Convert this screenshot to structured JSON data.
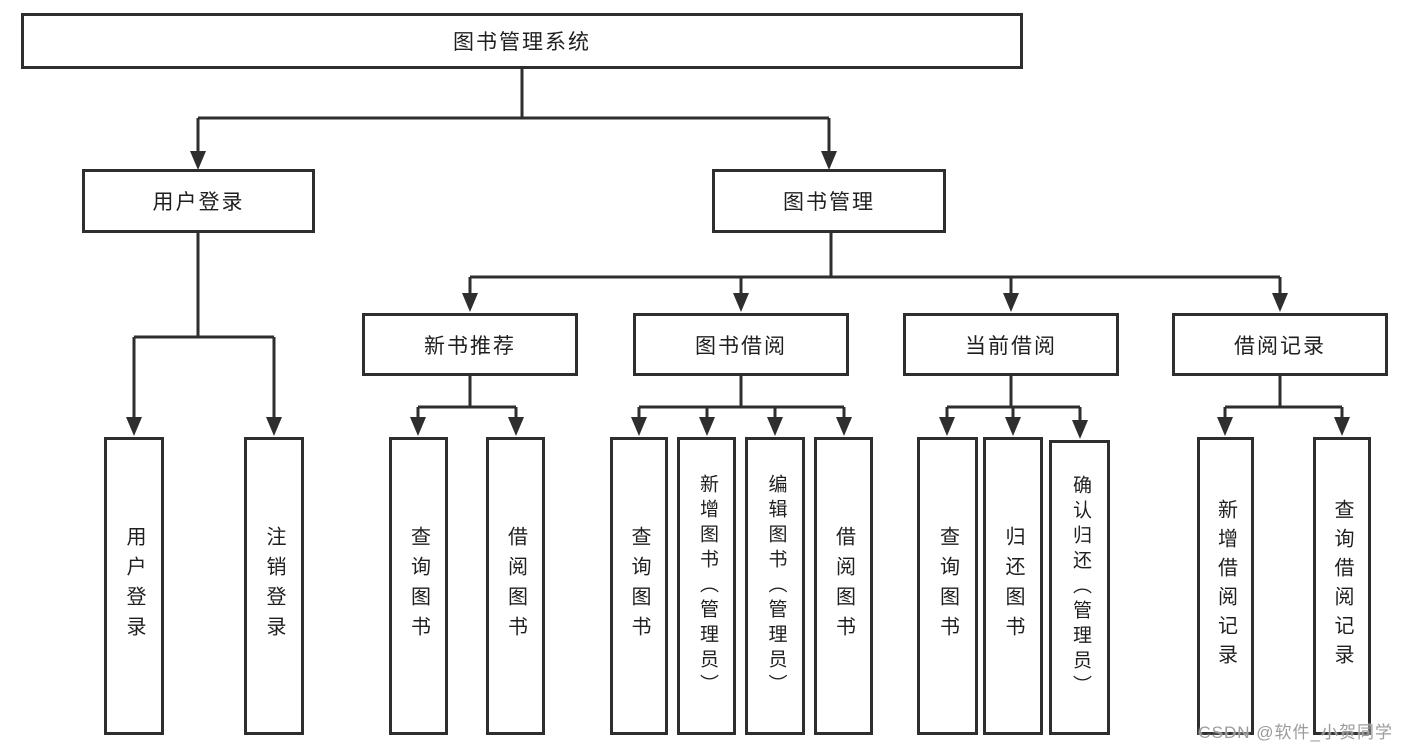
{
  "diagram": {
    "type": "tree",
    "title": "图书管理系统",
    "colors": {
      "line": "#2e2e2e",
      "box_border": "#2e2e2e",
      "box_fill": "#ffffff",
      "text": "#1f1f1f",
      "watermark": "#9c9c9c"
    },
    "nodes": [
      {
        "id": "root",
        "label": "图书管理系统",
        "parent": null
      },
      {
        "id": "user-login",
        "label": "用户登录",
        "parent": "root"
      },
      {
        "id": "book-management",
        "label": "图书管理",
        "parent": "root"
      },
      {
        "id": "new-book-recommend",
        "label": "新书推荐",
        "parent": "book-management"
      },
      {
        "id": "book-borrow",
        "label": "图书借阅",
        "parent": "book-management"
      },
      {
        "id": "current-borrow",
        "label": "当前借阅",
        "parent": "book-management"
      },
      {
        "id": "borrow-records",
        "label": "借阅记录",
        "parent": "book-management"
      },
      {
        "id": "leaf-user-login",
        "label": "用户登录",
        "parent": "user-login"
      },
      {
        "id": "leaf-logout",
        "label": "注销登录",
        "parent": "user-login"
      },
      {
        "id": "leaf-query-books-1",
        "label": "查询图书",
        "parent": "new-book-recommend"
      },
      {
        "id": "leaf-borrow-books-1",
        "label": "借阅图书",
        "parent": "new-book-recommend"
      },
      {
        "id": "leaf-query-books-2",
        "label": "查询图书",
        "parent": "book-borrow"
      },
      {
        "id": "leaf-add-book-admin",
        "label": "新增图书（管理员）",
        "parent": "book-borrow"
      },
      {
        "id": "leaf-edit-book-admin",
        "label": "编辑图书（管理员）",
        "parent": "book-borrow"
      },
      {
        "id": "leaf-borrow-books-2",
        "label": "借阅图书",
        "parent": "book-borrow"
      },
      {
        "id": "leaf-query-books-3",
        "label": "查询图书",
        "parent": "current-borrow"
      },
      {
        "id": "leaf-return-book",
        "label": "归还图书",
        "parent": "current-borrow"
      },
      {
        "id": "leaf-confirm-return",
        "label": "确认归还（管理员）",
        "parent": "current-borrow"
      },
      {
        "id": "leaf-add-record",
        "label": "新增借阅记录",
        "parent": "borrow-records"
      },
      {
        "id": "leaf-query-record",
        "label": "查询借阅记录",
        "parent": "borrow-records"
      }
    ]
  },
  "watermark": {
    "text": "CSDN @软件_小贺同学"
  }
}
